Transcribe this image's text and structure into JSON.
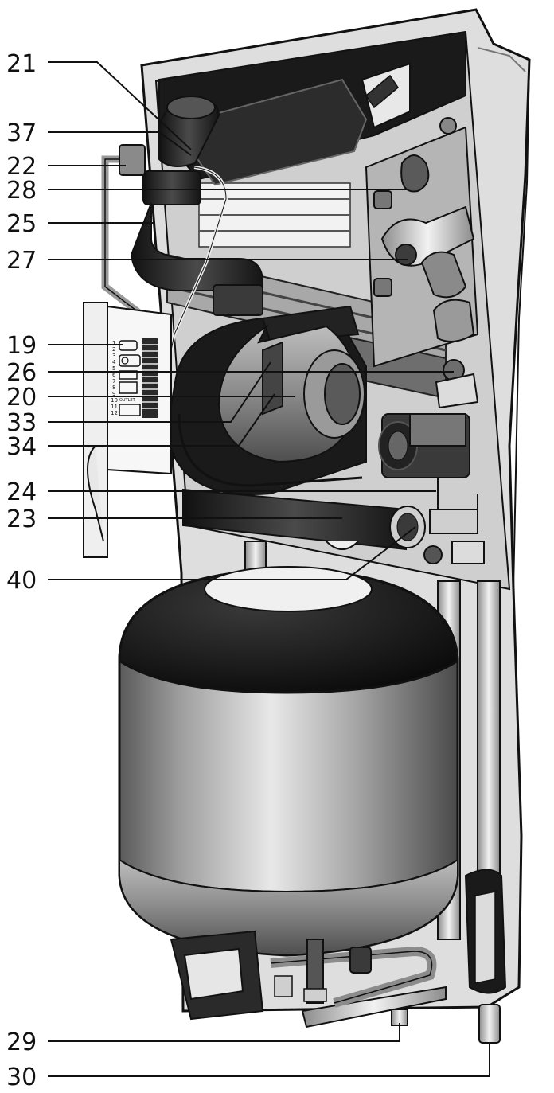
{
  "callouts": [
    {
      "id": "21",
      "label": "21"
    },
    {
      "id": "37",
      "label": "37"
    },
    {
      "id": "22",
      "label": "22"
    },
    {
      "id": "28",
      "label": "28"
    },
    {
      "id": "25",
      "label": "25"
    },
    {
      "id": "27",
      "label": "27"
    },
    {
      "id": "19",
      "label": "19"
    },
    {
      "id": "26",
      "label": "26"
    },
    {
      "id": "20",
      "label": "20"
    },
    {
      "id": "33",
      "label": "33"
    },
    {
      "id": "34",
      "label": "34"
    },
    {
      "id": "24",
      "label": "24"
    },
    {
      "id": "23",
      "label": "23"
    },
    {
      "id": "40",
      "label": "40"
    },
    {
      "id": "29",
      "label": "29"
    },
    {
      "id": "30",
      "label": "30"
    }
  ],
  "terminal_strip": {
    "numbers": [
      "1",
      "2",
      "3",
      "4",
      "5",
      "6",
      "7",
      "8",
      "9",
      "10",
      "11",
      "12"
    ],
    "marking": "OUTLET"
  },
  "colors": {
    "ink": "#111111",
    "casing": "#e4e4e4",
    "vessel_dark": "#1c1c1c",
    "vessel_metal": "#9a9a9a",
    "background": "#ffffff"
  }
}
